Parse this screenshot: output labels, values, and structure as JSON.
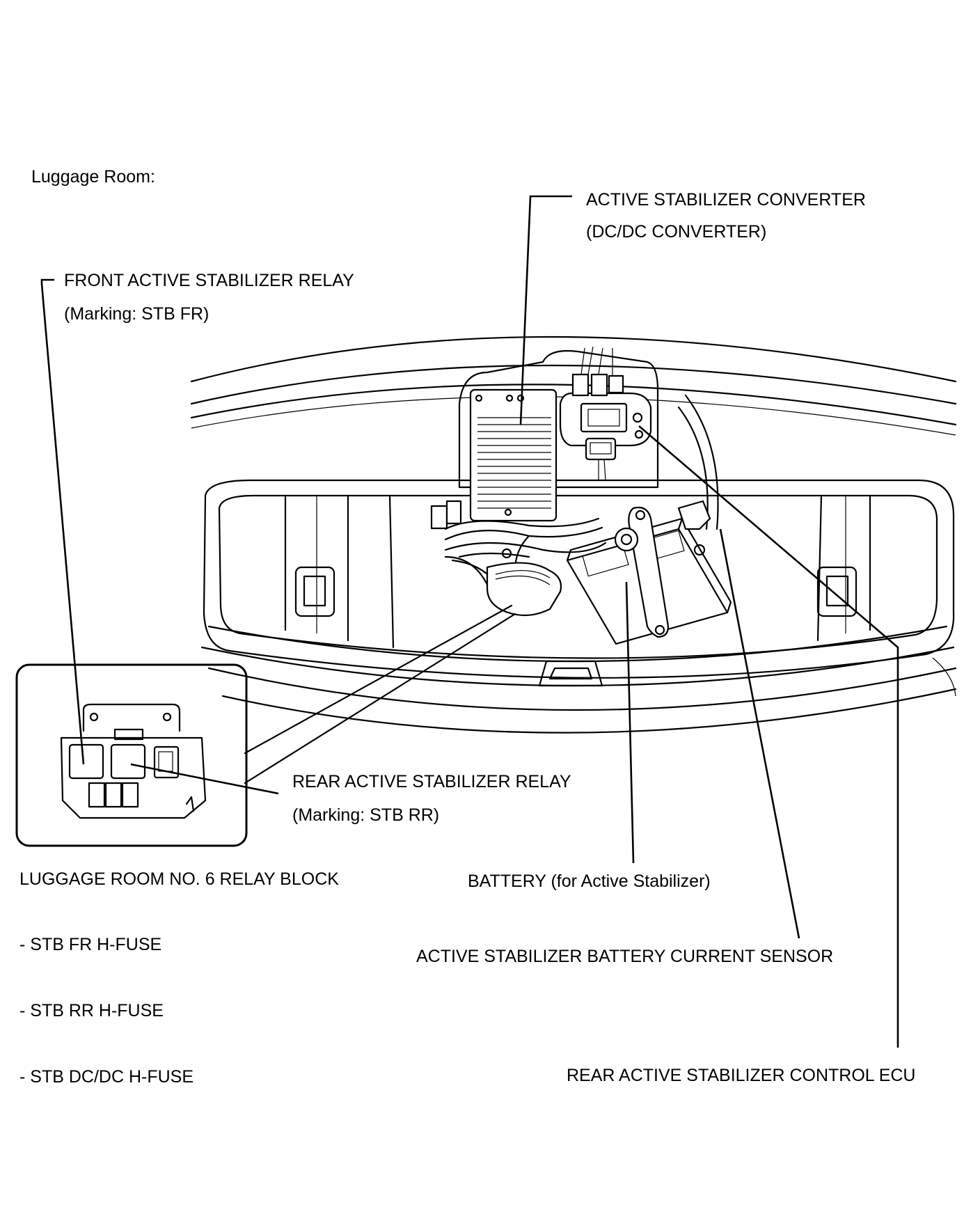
{
  "section_title": "Luggage Room:",
  "labels": {
    "converter_line1": "ACTIVE STABILIZER CONVERTER",
    "converter_line2": "(DC/DC CONVERTER)",
    "front_relay_line1": "FRONT ACTIVE STABILIZER RELAY",
    "front_relay_line2": "(Marking: STB FR)",
    "rear_relay_line1": "REAR ACTIVE STABILIZER RELAY",
    "rear_relay_line2": "(Marking: STB RR)",
    "relay_block": "LUGGAGE ROOM NO. 6 RELAY BLOCK",
    "battery": "BATTERY (for Active Stabilizer)",
    "current_sensor": "ACTIVE STABILIZER BATTERY CURRENT SENSOR",
    "control_ecu": "REAR ACTIVE STABILIZER CONTROL ECU"
  },
  "fuses": [
    "- STB FR H-FUSE",
    "- STB RR H-FUSE",
    "- STB DC/DC H-FUSE"
  ],
  "colors": {
    "line": "#000000",
    "background": "#ffffff"
  }
}
